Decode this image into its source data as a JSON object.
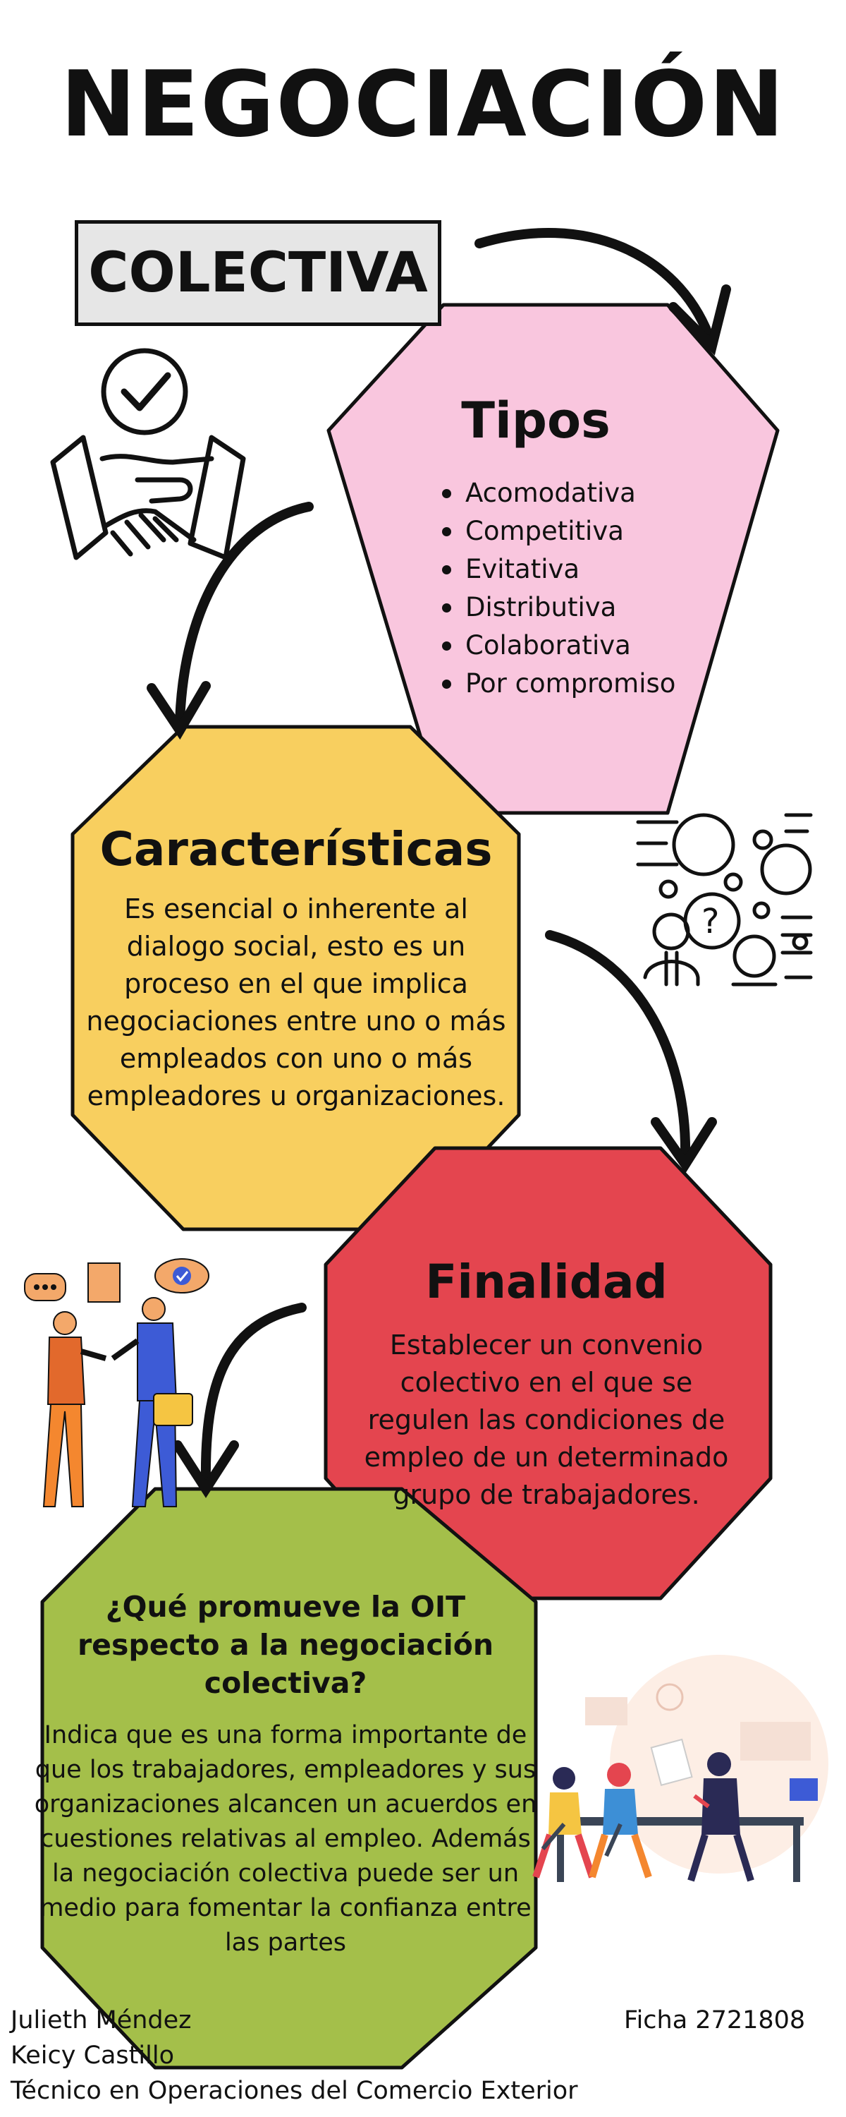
{
  "title": "NEGOCIACIÓN",
  "subtitle": "COLECTIVA",
  "tipos": {
    "title": "Tipos",
    "items": [
      "Acomodativa",
      "Competitiva",
      "Evitativa",
      "Distributiva",
      "Colaborativa",
      "Por compromiso"
    ]
  },
  "caracteristicas": {
    "title": "Características",
    "body": "Es esencial o inherente al dialogo social, esto es un proceso en el que implica negociaciones entre uno o más empleados con uno o más empleadores u organizaciones."
  },
  "finalidad": {
    "title": "Finalidad",
    "body": "Establecer un convenio colectivo en el que se regulen las condiciones de empleo de un determinado grupo de trabajadores."
  },
  "oit": {
    "title": "¿Qué promueve la OIT respecto a la negociación colectiva?",
    "body": "Indica que es una forma importante de que los trabajadores, empleadores y sus organizaciones alcancen un acuerdos en cuestiones relativas al empleo. Además la negociación colectiva puede ser un medio para fomentar la confianza entre las partes"
  },
  "footer": {
    "author1": "Julieth Méndez",
    "author2": "Keicy Castillo",
    "program": "Técnico en Operaciones del Comercio Exterior",
    "ficha": "Ficha 2721808"
  },
  "colors": {
    "tipos": "#f9c6de",
    "caracteristicas": "#f8cf5f",
    "finalidad": "#e4454f",
    "oit": "#a4bf4a"
  },
  "icons": [
    "handshake-icon",
    "checkmark-icon",
    "people-network-icon",
    "question-bubble-icon",
    "meeting-illustration",
    "team-table-illustration"
  ]
}
